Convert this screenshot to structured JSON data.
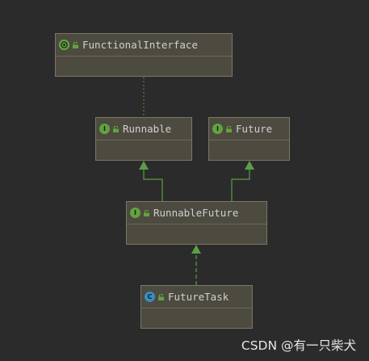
{
  "diagram": {
    "nodes": {
      "functional_interface": {
        "name": "FunctionalInterface",
        "kind": "annotation",
        "kind_icon": "annotation-icon"
      },
      "runnable": {
        "name": "Runnable",
        "kind": "interface",
        "kind_letter": "I"
      },
      "future": {
        "name": "Future",
        "kind": "interface",
        "kind_letter": "I"
      },
      "runnable_future": {
        "name": "RunnableFuture",
        "kind": "interface",
        "kind_letter": "I"
      },
      "future_task": {
        "name": "FutureTask",
        "kind": "class",
        "kind_letter": "C"
      }
    },
    "edges": [
      {
        "from": "runnable",
        "to": "functional_interface",
        "style": "dotted"
      },
      {
        "from": "runnable_future",
        "to": "runnable",
        "style": "solid",
        "arrow": "filled-triangle"
      },
      {
        "from": "runnable_future",
        "to": "future",
        "style": "solid",
        "arrow": "filled-triangle"
      },
      {
        "from": "future_task",
        "to": "runnable_future",
        "style": "dashed",
        "arrow": "filled-triangle"
      }
    ],
    "colors": {
      "background": "#2b2b2b",
      "node_fill": "#4d4a40",
      "node_border": "#7a7766",
      "edge": "#5a9e45",
      "interface_badge": "#62a33f",
      "class_badge": "#3a8cbf"
    }
  },
  "watermark": "CSDN @有一只柴犬"
}
